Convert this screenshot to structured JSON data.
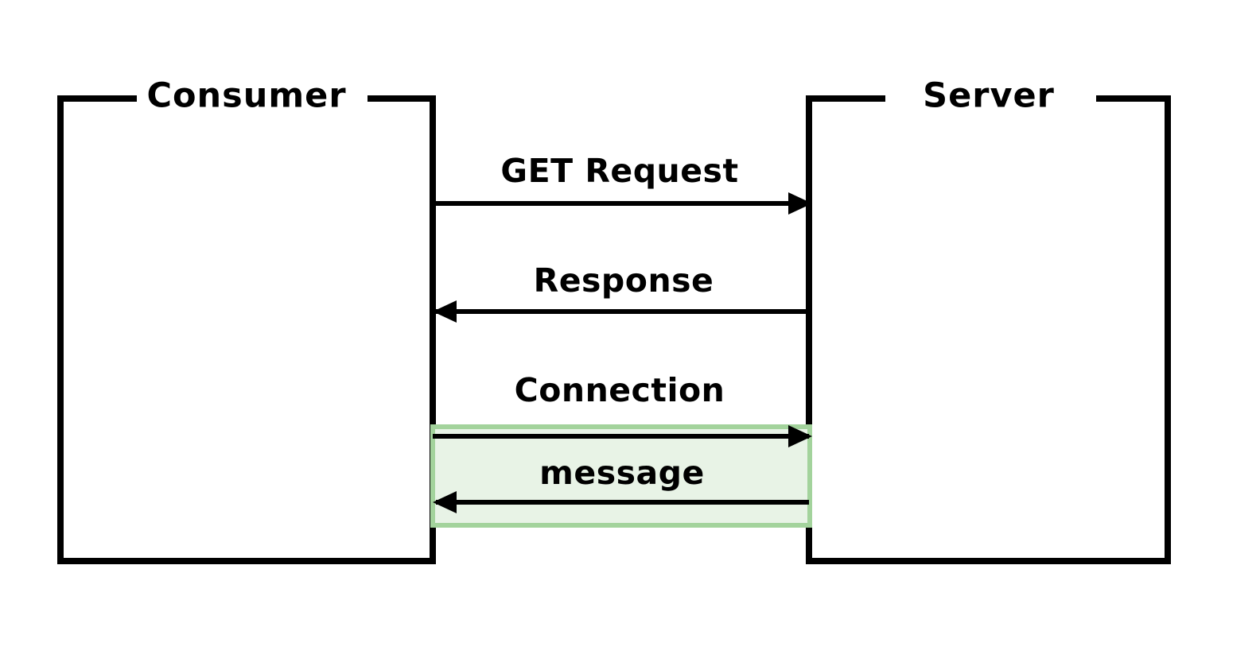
{
  "diagram": {
    "type": "sequence-diagram",
    "background_color": "#ffffff",
    "line_color": "#000000",
    "participants": [
      {
        "id": "consumer",
        "label": "Consumer"
      },
      {
        "id": "server",
        "label": "Server"
      }
    ],
    "messages": [
      {
        "id": "get-request",
        "label": "GET Request",
        "from": "consumer",
        "to": "server",
        "direction": "right"
      },
      {
        "id": "response",
        "label": "Response",
        "from": "server",
        "to": "consumer",
        "direction": "left"
      },
      {
        "id": "connection",
        "label": "Connection",
        "from": "consumer",
        "to": "server",
        "direction": "right"
      },
      {
        "id": "message",
        "label": "message",
        "from": "server",
        "to": "consumer",
        "direction": "left"
      }
    ],
    "highlight_region": {
      "id": "websocket-loop",
      "fill_color": "#e8f3e6",
      "border_color": "#a3d39c",
      "contains": [
        "connection",
        "message"
      ]
    }
  }
}
